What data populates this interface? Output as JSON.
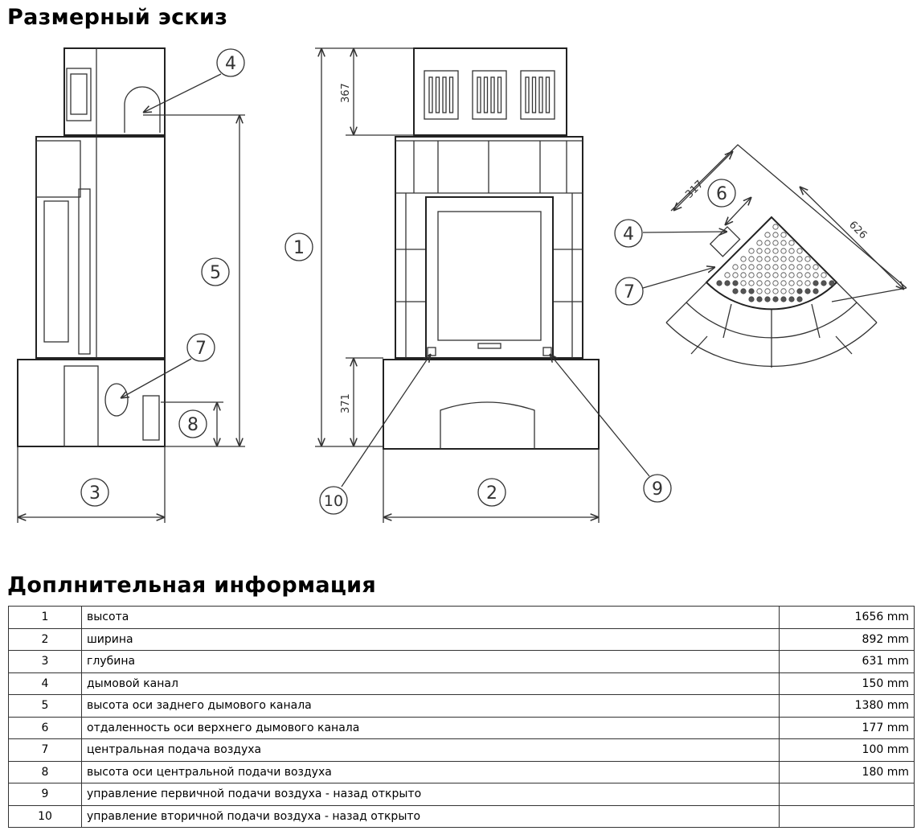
{
  "headings": {
    "sketch": "Размерный эскиз",
    "info": "Доплнительная информация"
  },
  "drawing": {
    "callouts": {
      "c1": "1",
      "c2": "2",
      "c3": "3",
      "c4": "4",
      "c5": "5",
      "c6": "6",
      "c7": "7",
      "c8": "8",
      "c9": "9",
      "c10": "10"
    },
    "dims": {
      "top_height": "367",
      "base_height": "371",
      "depth_offset": "317",
      "diagonal": "626"
    }
  },
  "table": [
    {
      "num": "1",
      "label": "высота",
      "value": "1656 mm"
    },
    {
      "num": "2",
      "label": "ширина",
      "value": "892 mm"
    },
    {
      "num": "3",
      "label": "глубина",
      "value": "631 mm"
    },
    {
      "num": "4",
      "label": "дымовой канал",
      "value": "150 mm"
    },
    {
      "num": "5",
      "label": "высота оси заднего дымового канала",
      "value": "1380 mm"
    },
    {
      "num": "6",
      "label": "отдаленность оси верхнего дымового канала",
      "value": "177 mm"
    },
    {
      "num": "7",
      "label": "центральная подача воздуха",
      "value": "100 mm"
    },
    {
      "num": "8",
      "label": "высота оси центральной подачи воздуха",
      "value": "180 mm"
    },
    {
      "num": "9",
      "label": "управление первичной подачи воздуха - назад открыто",
      "value": ""
    },
    {
      "num": "10",
      "label": "управление вторичной подачи воздуха - назад открыто",
      "value": ""
    }
  ]
}
